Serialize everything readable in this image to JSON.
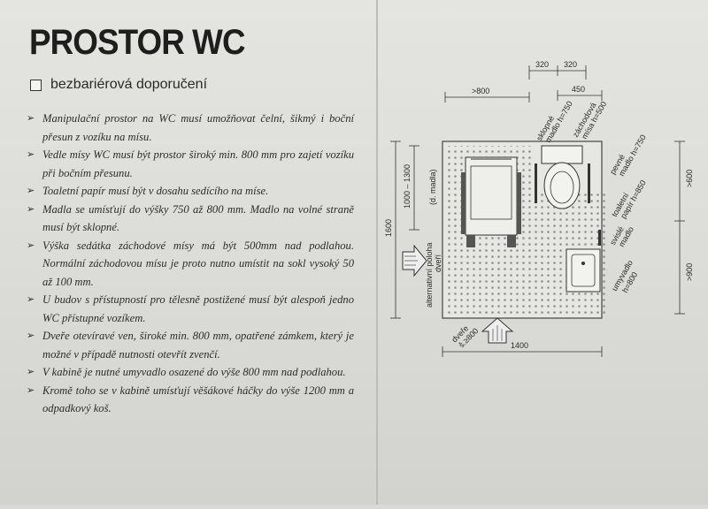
{
  "title": "PROSTOR WC",
  "subtitle": "bezbariérová doporučení",
  "bullets": [
    "Manipulační prostor na WC musí umožňovat čelní, šikmý i boční přesun z vozíku na mísu.",
    "Vedle mísy WC musí být prostor široký min. 800 mm pro zajetí vozíku při bočním přesunu.",
    "Toaletní papír musí být v dosahu sedícího na míse.",
    "Madla se umísťují do výšky 750 až 800 mm. Madlo na volné straně musí být sklopné.",
    "Výška sedátka záchodové mísy má být 500mm nad podlahou. Normální záchodovou mísu je proto nutno umístit na sokl vysoký 50 až 100 mm.",
    "U budov s přístupností pro tělesně postižené musí být alespoň jedno WC přístupné vozíkem.",
    "Dveře otevíravé ven, široké min. 800 mm, opatřené zámkem, který je možné v případě nutnosti otevřít zvenčí.",
    "V kabině je nutné umyvadlo osazené do výše 800 mm nad podlahou.",
    "Kromě toho se v kabině umísťují věšákové háčky do výše 1200 mm a odpadkový koš."
  ],
  "plan": {
    "dim_320_a": "320",
    "dim_320_b": "320",
    "dim_450": "450",
    "dim_gt800_top": ">800",
    "dim_1600": "1600",
    "dim_1000_1300": "1000 – 1300",
    "dim_d_madla": "(d. madla)",
    "dim_1400": "1400",
    "dim_gt600": ">600",
    "dim_gt900": ">900",
    "label_sklopne_madlo": "sklopné",
    "label_sklopne_madlo_2": "madlo h=750",
    "label_zachodova_misa": "záchodová",
    "label_zachodova_misa_2": "mísa h=500",
    "label_pevne_madlo": "pevné",
    "label_pevne_madlo_2": "madlo h=750",
    "label_toaletni_papir": "toaletní",
    "label_toaletni_papir_2": "papír h=850",
    "label_svisle_madlo": "svislé",
    "label_svisle_madlo_2": "madlo",
    "label_umyvadlo": "umyvadlo",
    "label_umyvadlo_2": "h=800",
    "label_alt_dvere": "alternativní poloha",
    "label_alt_dvere_2": "dveří",
    "label_dvere": "dveře",
    "label_dvere_2": "š.≥800"
  }
}
